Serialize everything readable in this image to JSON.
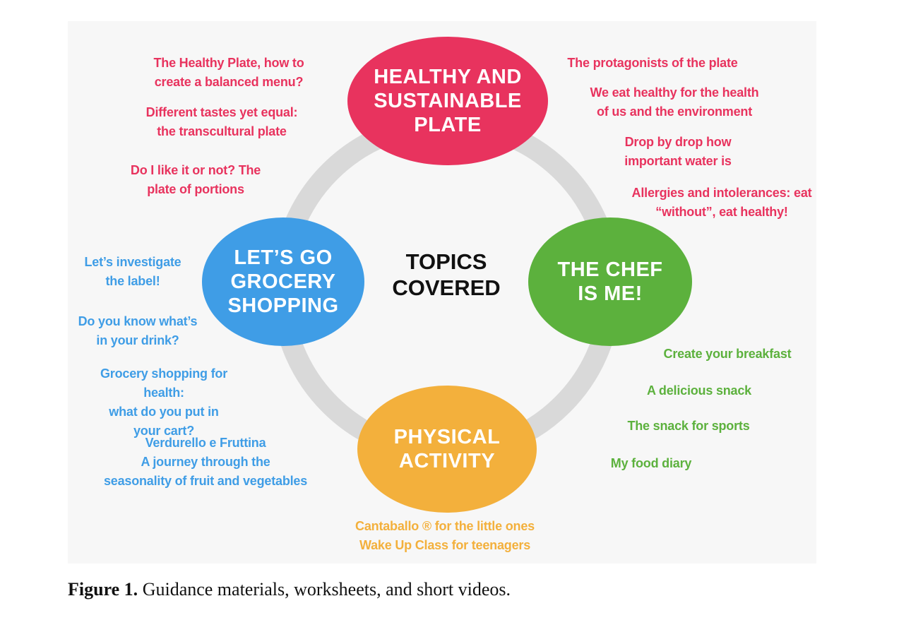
{
  "colors": {
    "red": "#e8335e",
    "blue": "#3f9de6",
    "green": "#5cb13d",
    "orange": "#f3b03c",
    "ring": "#d9d9d9"
  },
  "center": "TOPICS\nCOVERED",
  "nodes": {
    "healthy": "HEALTHY AND\nSUSTAINABLE\nPLATE",
    "grocery": "LET’S GO\nGROCERY\nSHOPPING",
    "chef": "THE CHEF\nIS ME!",
    "physical": "PHYSICAL\nACTIVITY"
  },
  "topics": {
    "healthy_left": [
      "The Healthy Plate, how to\ncreate a balanced menu?",
      "Different tastes yet equal:\nthe transcultural plate",
      "Do I like it or not? The\nplate of portions"
    ],
    "healthy_right": [
      "The protagonists of the plate",
      "We eat healthy for the health\nof us and the environment",
      "Drop by drop how\nimportant water is",
      "Allergies and intolerances: eat\n“without”, eat healthy!"
    ],
    "grocery": [
      "Let’s investigate\nthe label!",
      "Do you know what’s\nin your drink?",
      "Grocery shopping for health:\nwhat do you put in\nyour cart?",
      "Verdurello e Fruttina\nA journey through the\nseasonality of fruit and vegetables"
    ],
    "chef": [
      "Create your breakfast",
      "A delicious snack",
      "The snack for sports",
      "My food diary"
    ],
    "physical": [
      "Cantaballo ® for the little ones\nWake Up Class for teenagers"
    ]
  },
  "caption": {
    "label": "Figure 1.",
    "text": "Guidance materials, worksheets, and short videos."
  }
}
